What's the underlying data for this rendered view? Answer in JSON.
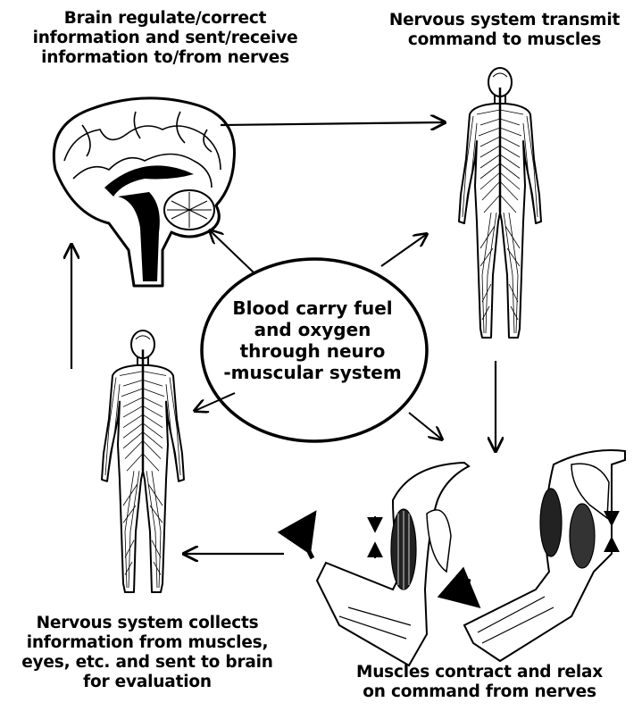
{
  "captions": {
    "brain": [
      "Brain regulate/correct",
      "information and sent/receive",
      "information to/from nerves"
    ],
    "nervous_transmit": [
      "Nervous system transmit",
      "command to muscles"
    ],
    "nervous_collect": [
      "Nervous system collects",
      "information from muscles,",
      "eyes, etc. and sent to brain",
      "for evaluation"
    ],
    "muscles": [
      "Muscles contract and relax",
      "on command from nerves"
    ]
  },
  "center": [
    "Blood carry fuel",
    "and oxygen",
    "through neuro",
    "-muscular system"
  ],
  "colors": {
    "ink": "#000000",
    "background": "#ffffff"
  },
  "icons": [
    "brain-icon",
    "body-nervous-system-icon",
    "arm-muscle-contract-icon",
    "arm-muscle-relax-icon"
  ]
}
